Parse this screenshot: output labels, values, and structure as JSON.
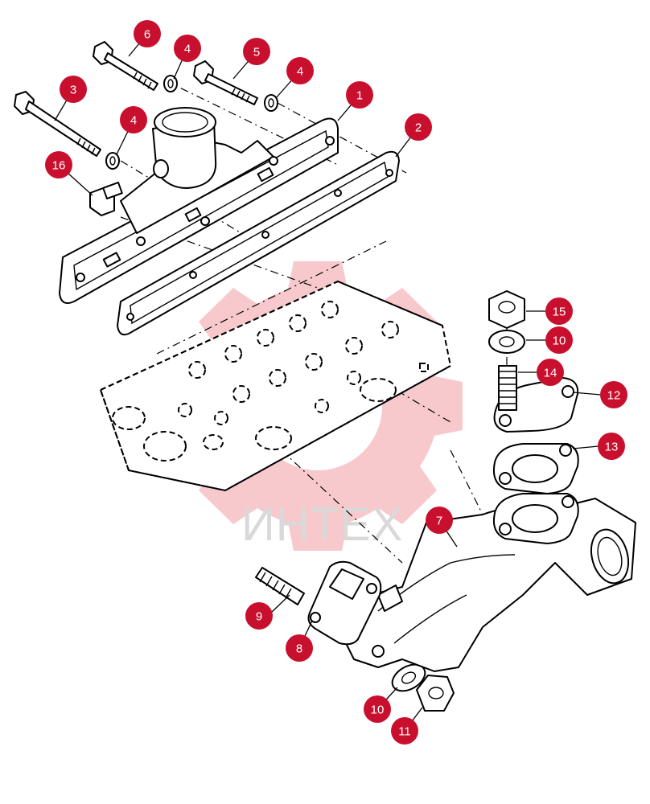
{
  "watermark": {
    "text": "ИНТЕХ",
    "color": "#f7c9cd"
  },
  "callout_color": "#c8102e",
  "callouts": [
    {
      "id": "c1",
      "label": "1"
    },
    {
      "id": "c2",
      "label": "2"
    },
    {
      "id": "c3",
      "label": "3"
    },
    {
      "id": "c4a",
      "label": "4"
    },
    {
      "id": "c4b",
      "label": "4"
    },
    {
      "id": "c4c",
      "label": "4"
    },
    {
      "id": "c5",
      "label": "5"
    },
    {
      "id": "c6",
      "label": "6"
    },
    {
      "id": "c7",
      "label": "7"
    },
    {
      "id": "c8",
      "label": "8"
    },
    {
      "id": "c9",
      "label": "9"
    },
    {
      "id": "c10a",
      "label": "10"
    },
    {
      "id": "c10b",
      "label": "10"
    },
    {
      "id": "c11",
      "label": "11"
    },
    {
      "id": "c12",
      "label": "12"
    },
    {
      "id": "c13",
      "label": "13"
    },
    {
      "id": "c14",
      "label": "14"
    },
    {
      "id": "c15",
      "label": "15"
    },
    {
      "id": "c16",
      "label": "16"
    }
  ]
}
